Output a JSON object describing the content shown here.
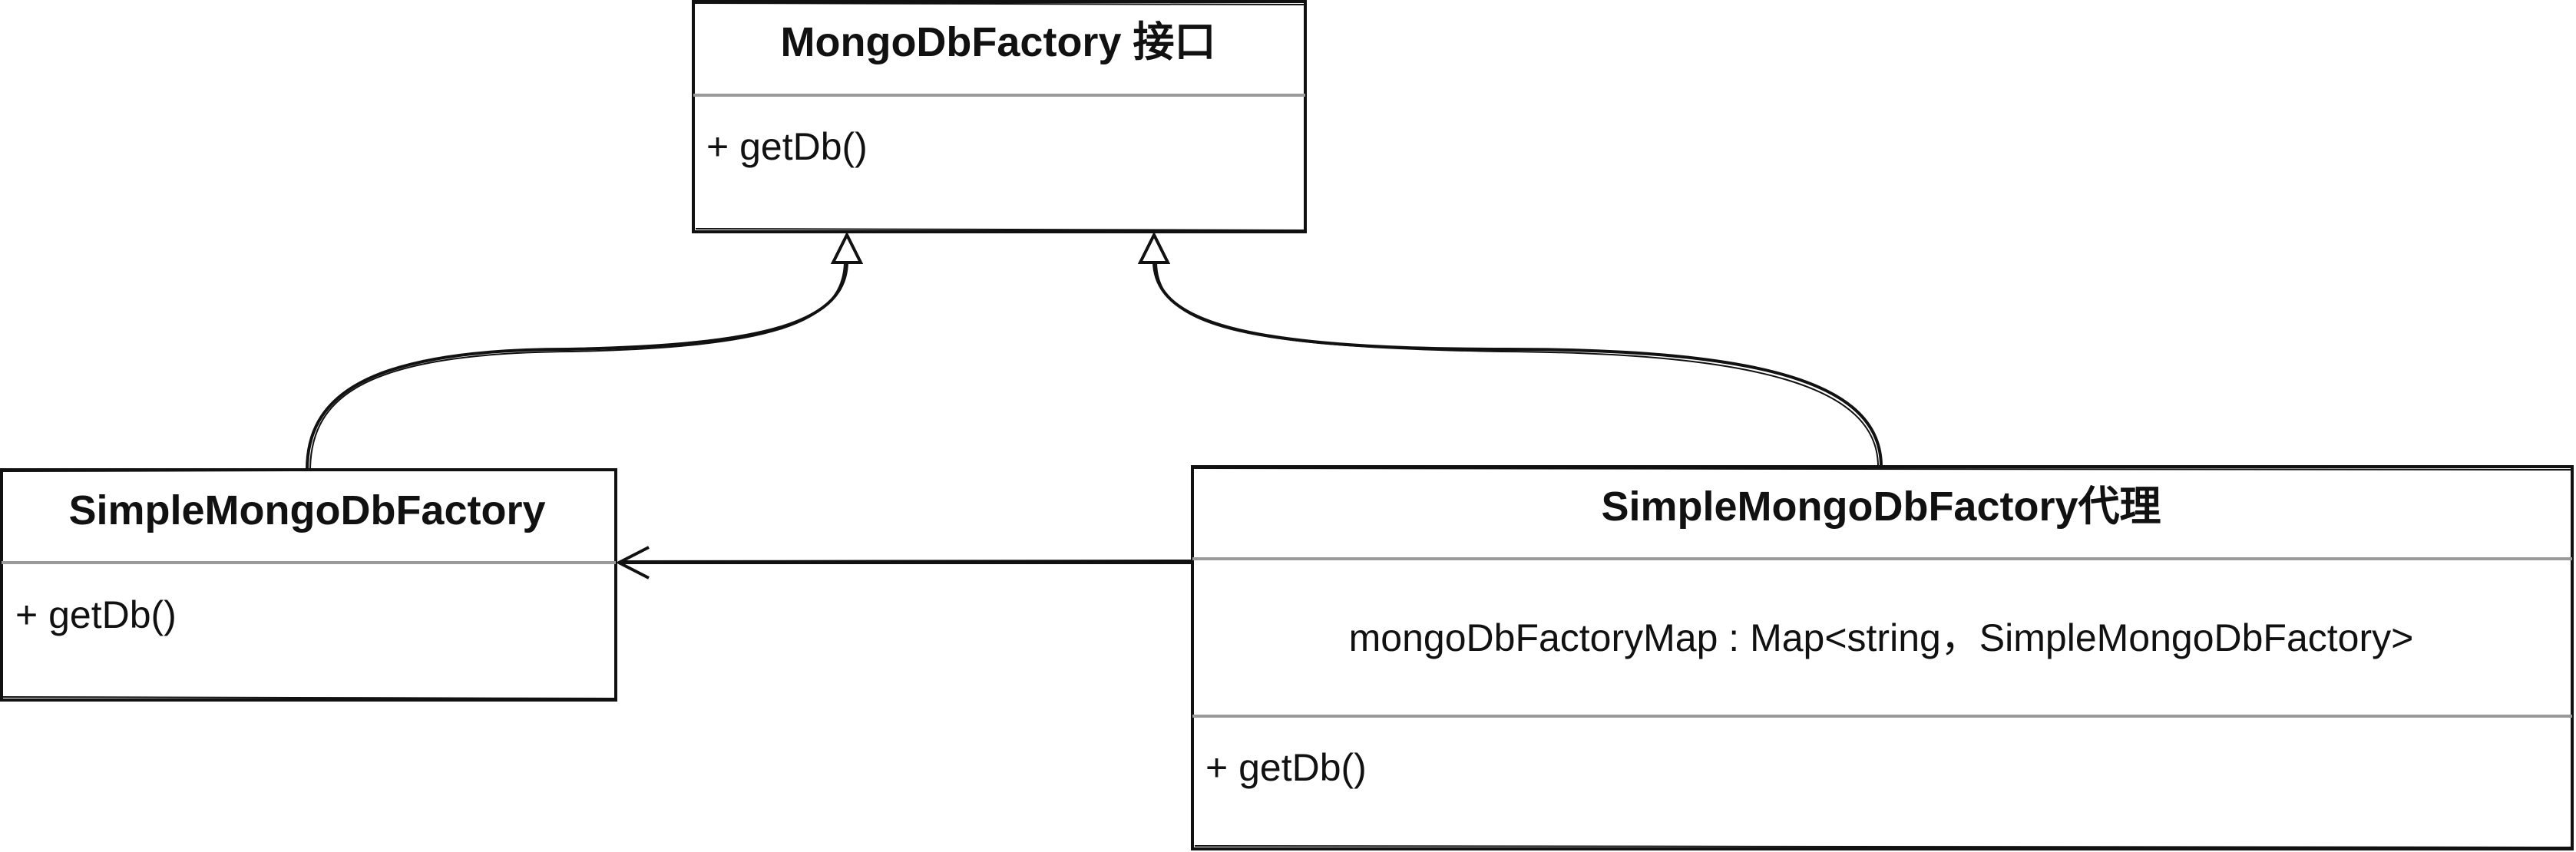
{
  "diagram": {
    "classes": {
      "interface": {
        "title": "MongoDbFactory 接口",
        "method": "+ getDb()"
      },
      "simple": {
        "title": "SimpleMongoDbFactory",
        "method": "+ getDb()"
      },
      "proxy": {
        "title": "SimpleMongoDbFactory代理",
        "field": "mongoDbFactoryMap : Map<string，SimpleMongoDbFactory>",
        "method": "+ getDb()"
      }
    },
    "relations": [
      {
        "from": "simple",
        "to": "interface",
        "type": "realization"
      },
      {
        "from": "proxy",
        "to": "interface",
        "type": "realization"
      },
      {
        "from": "proxy",
        "to": "simple",
        "type": "association"
      }
    ]
  }
}
